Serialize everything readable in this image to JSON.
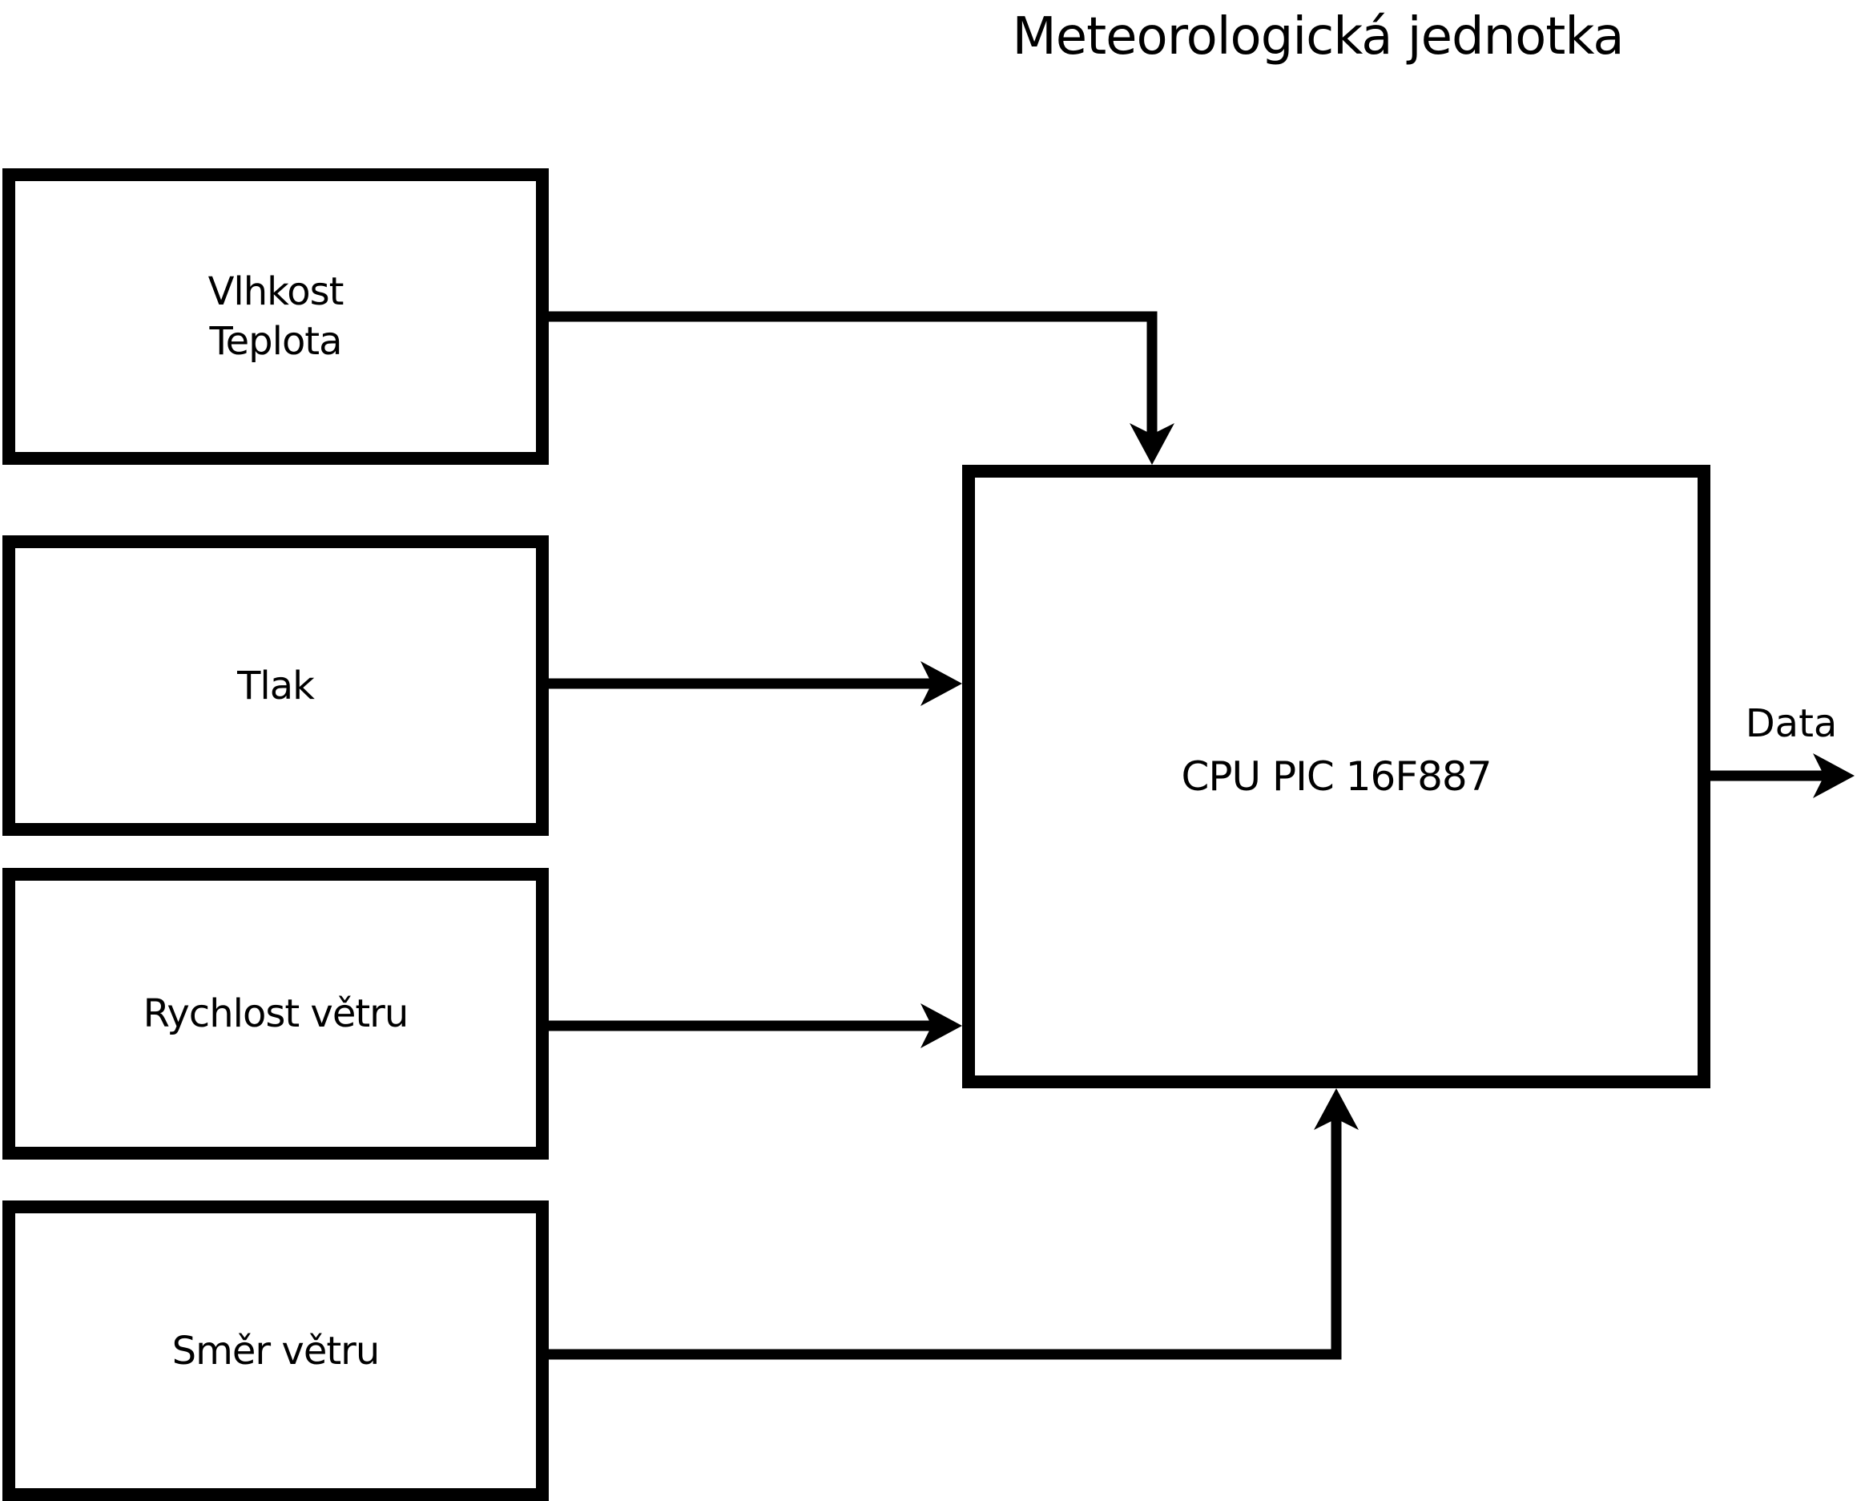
{
  "diagram": {
    "title": "Meteorologická jednotka",
    "inputs": [
      {
        "id": "vlhkost-teplota",
        "lines": [
          "Vlhkost",
          "Teplota"
        ]
      },
      {
        "id": "tlak",
        "lines": [
          "Tlak"
        ]
      },
      {
        "id": "rychlost-vetru",
        "lines": [
          "Rychlost větru"
        ]
      },
      {
        "id": "smer-vetru",
        "lines": [
          "Směr větru"
        ]
      }
    ],
    "cpu": {
      "label": "CPU PIC 16F887"
    },
    "output": {
      "label": "Data"
    },
    "connections": [
      {
        "from": "vlhkost-teplota",
        "to": "cpu",
        "enters": "top"
      },
      {
        "from": "tlak",
        "to": "cpu",
        "enters": "left"
      },
      {
        "from": "rychlost-vetru",
        "to": "cpu",
        "enters": "left"
      },
      {
        "from": "smer-vetru",
        "to": "cpu",
        "enters": "bottom"
      },
      {
        "from": "cpu",
        "to": "data-output",
        "enters": "right"
      }
    ],
    "colors": {
      "line": "#000000",
      "background": "#ffffff"
    }
  }
}
